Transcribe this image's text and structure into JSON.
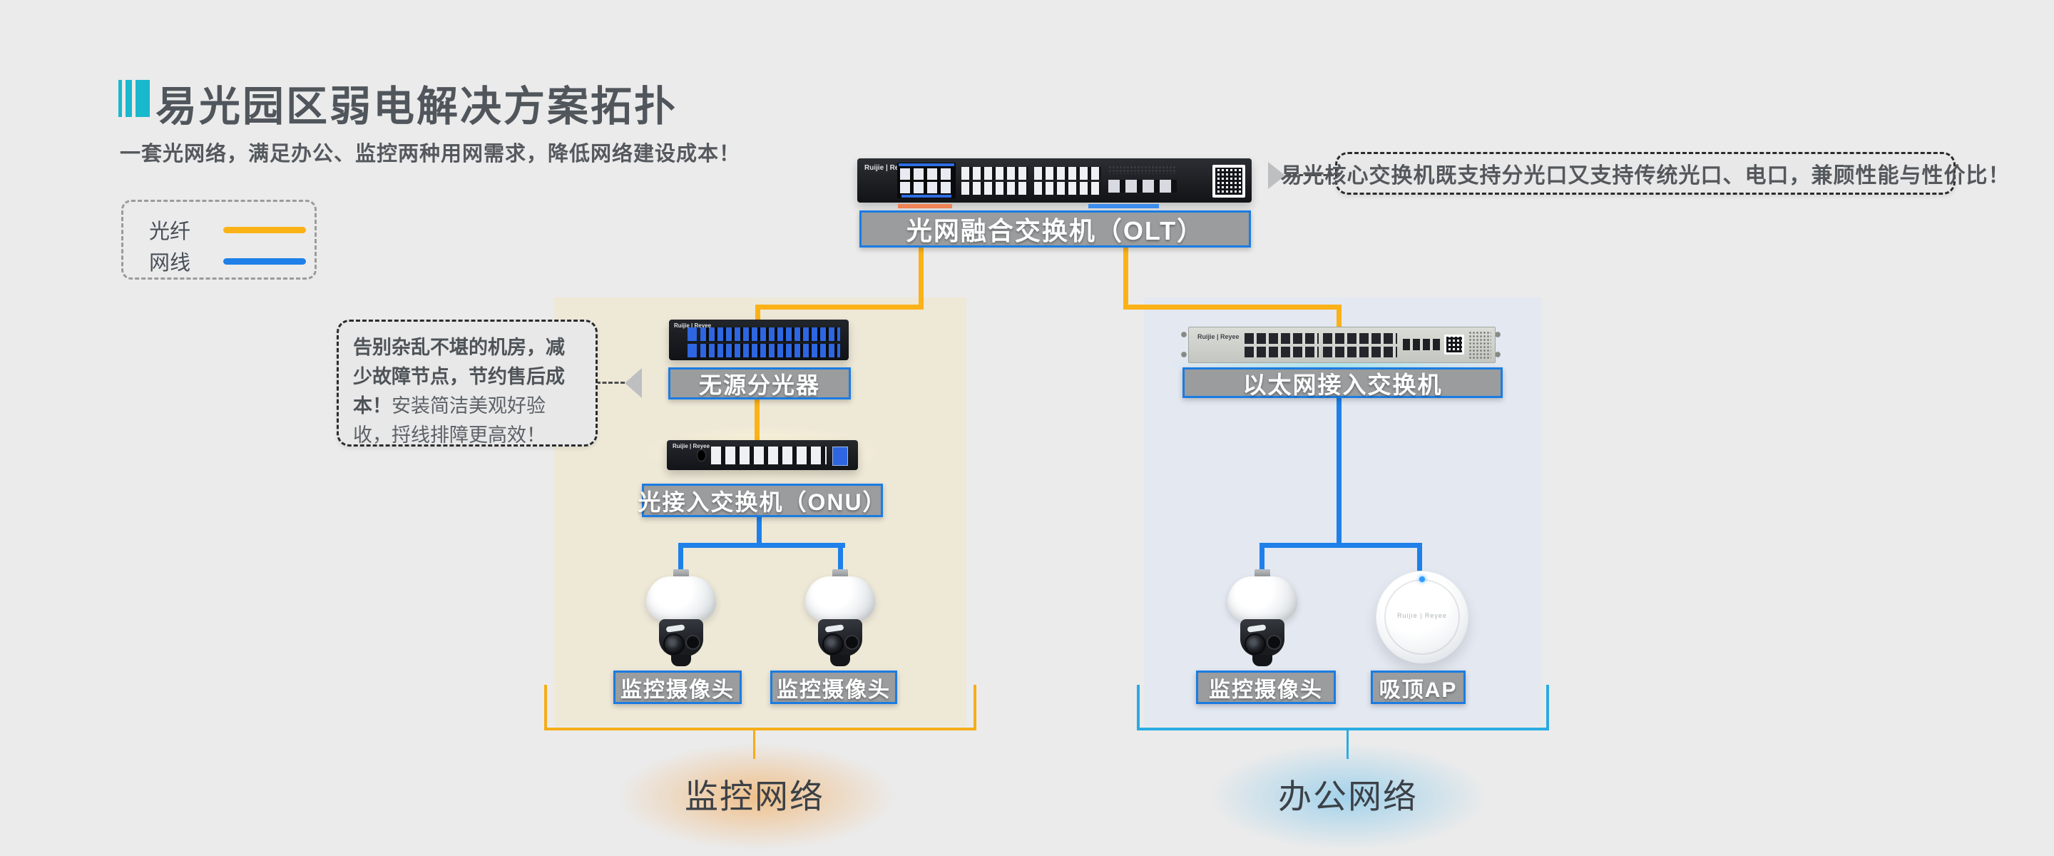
{
  "page": {
    "background": "#ebebeb"
  },
  "header": {
    "title": "易光园区弱电解决方案拓扑",
    "subtitle": "一套光网络，满足办公、监控两种用网需求，降低网络建设成本！",
    "accent_color": "#1ab8cd"
  },
  "legend": {
    "items": [
      {
        "label": "光纤",
        "color": "#fbb217"
      },
      {
        "label": "网线",
        "color": "#1e80e8"
      }
    ]
  },
  "topology": {
    "olt": {
      "label": "光网融合交换机（OLT）"
    },
    "splitter": {
      "label": "无源分光器"
    },
    "onu": {
      "label": "光接入交换机（ONU）"
    },
    "eth_switch": {
      "label": "以太网接入交换机"
    },
    "camera": {
      "label": "监控摄像头"
    },
    "ap": {
      "label": "吸顶AP"
    }
  },
  "callouts": {
    "olt_note": "易光核心交换机既支持分光口又支持传统光口、电口，兼顾性能与性价比！",
    "splitter_note_bold": "告别杂乱不堪的机房，减少故障节点，节约售后成本！",
    "splitter_note_regular": "安装简洁美观好验收，捋线排障更高效！"
  },
  "groups": {
    "monitoring": {
      "label": "监控网络",
      "accent": "#f5ad18"
    },
    "office": {
      "label": "办公网络",
      "accent": "#29abe2"
    }
  },
  "devices": {
    "brand": "Ruijie | Reyee"
  },
  "colors": {
    "fiber": "#fbb217",
    "ethernet": "#1e80e8",
    "label_bg": "#9a9c9e",
    "label_border": "#1b7ce2",
    "panel_monitoring": "#eee8d7",
    "panel_office": "#e3e8f1",
    "olt_marker_left": "#ef8355",
    "olt_marker_right": "#3b8df0"
  }
}
